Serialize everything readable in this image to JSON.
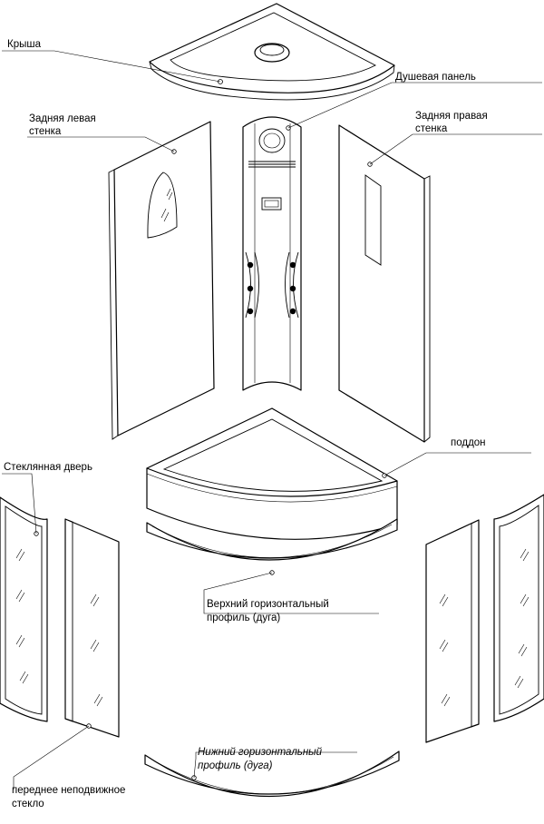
{
  "labels": {
    "roof": "Крыша",
    "shower_panel": "Душевая панель",
    "rear_left_1": "Задняя левая",
    "rear_left_2": "стенка",
    "rear_right_1": "Задняя правая",
    "rear_right_2": "стенка",
    "tray": "поддон",
    "glass_door": "Стеклянная дверь",
    "upper_profile_1": "Верхний горизонтальный",
    "upper_profile_2": "профиль (дуга)",
    "lower_profile_1": "Нижний горизонтальный",
    "lower_profile_2": "профиль (дуга)",
    "fixed_glass_1": "переднее неподвижное",
    "fixed_glass_2": "стекло"
  }
}
